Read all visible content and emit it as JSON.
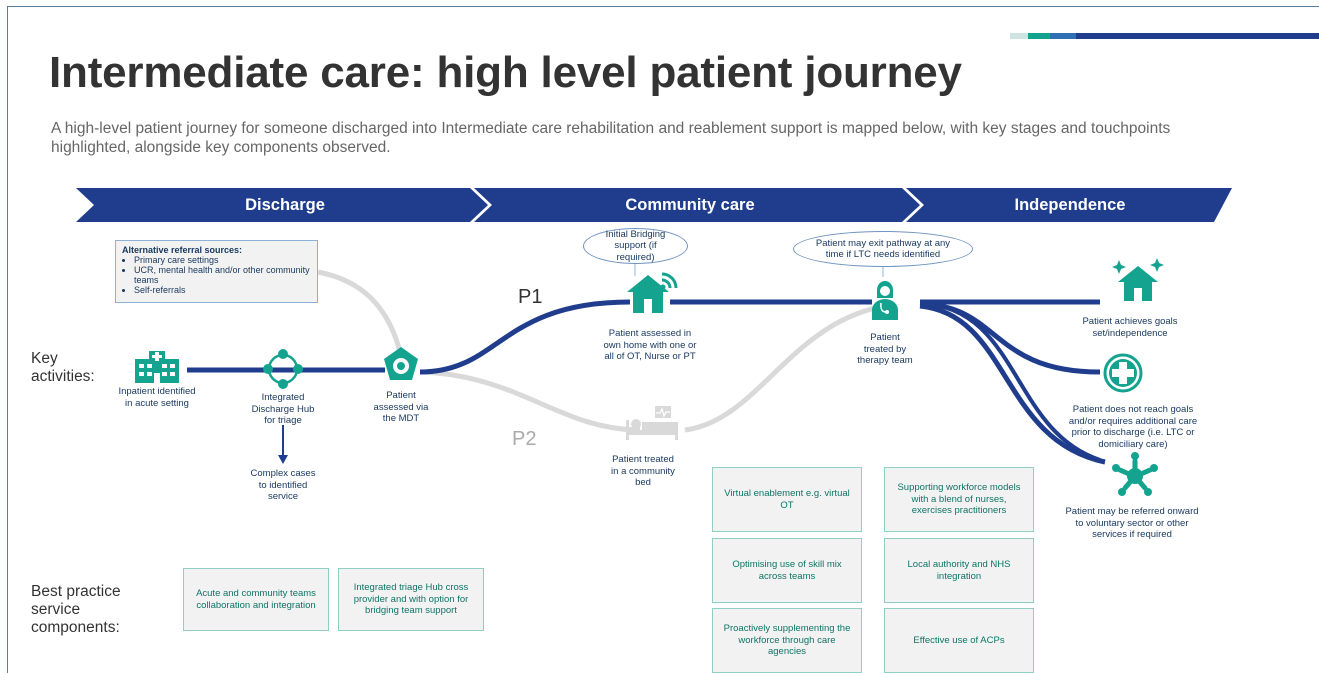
{
  "title": "Intermediate care: high level patient journey",
  "subtitle": "A high-level patient journey for someone discharged into Intermediate care rehabilitation and reablement support is mapped below, with key stages and touchpoints highlighted, alongside key components observed.",
  "phases": [
    "Discharge",
    "Community care",
    "Independence"
  ],
  "sections": {
    "key_activities": "Key activities:",
    "best_practice": "Best practice service components:"
  },
  "pathways": {
    "p1": "P1",
    "p2": "P2"
  },
  "referral_box": {
    "heading": "Alternative referral sources:",
    "items": [
      "Primary care settings",
      "UCR, mental health and/or other community teams",
      "Self-referrals"
    ]
  },
  "bubbles": {
    "bridging": "Initial Bridging support (if required)",
    "exit": "Patient may exit pathway at any time if LTC needs identified"
  },
  "activities": {
    "inpatient": "Inpatient identified in acute setting",
    "hub": "Integrated Discharge Hub for triage",
    "complex": "Complex cases to identified service",
    "mdt": "Patient assessed via the MDT",
    "home": "Patient assessed in own home with one or all of OT, Nurse or PT",
    "bed": "Patient treated in a community bed",
    "therapy": "Patient treated by therapy team",
    "goals": "Patient achieves goals set/independence",
    "additional": "Patient does not reach goals and/or requires additional care prior to discharge (i.e. LTC or domiciliary care)",
    "referred": "Patient may be referred onward to voluntary sector or other services if required"
  },
  "components": {
    "c1": "Acute and community teams collaboration and integration",
    "c2": "Integrated triage Hub cross provider and with option for bridging team support",
    "c3": "Virtual enablement e.g. virtual OT",
    "c4": "Optimising use of skill mix across teams",
    "c5": "Proactively supplementing the workforce through care agencies",
    "c6": "Supporting workforce models with a blend of nurses, exercises practitioners",
    "c7": "Local authority and NHS integration",
    "c8": "Effective use of ACPs"
  },
  "colors": {
    "navy": "#1f3d8c",
    "teal": "#14a38f",
    "grey": "#d9d9d9",
    "text": "#17375e"
  }
}
